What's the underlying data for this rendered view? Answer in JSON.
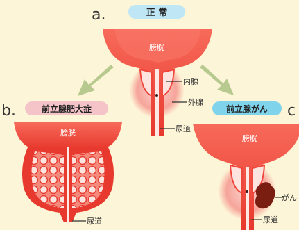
{
  "panels": {
    "a": {
      "letter": "a.",
      "title": "正 常"
    },
    "b": {
      "letter": "b.",
      "title": "前立腺肥大症"
    },
    "c": {
      "letter": "c",
      "title": "前立腺がん"
    }
  },
  "labels": {
    "bladder": "膀胱",
    "inner_gland": "内腺",
    "outer_gland": "外腺",
    "urethra": "尿道",
    "cancer": "がん"
  },
  "colors": {
    "background": "#fdf5d7",
    "bladder_red": "#f0453a",
    "bladder_light": "#f76a5a",
    "prostate_glow": "#f6a49a",
    "arrow_green": "#b7c98f",
    "title_a_bg": "#bfe6f4",
    "title_b_bg": "#f5c4c9",
    "title_c_bg": "#7fd3ea",
    "cancer": "#7a1e12"
  }
}
